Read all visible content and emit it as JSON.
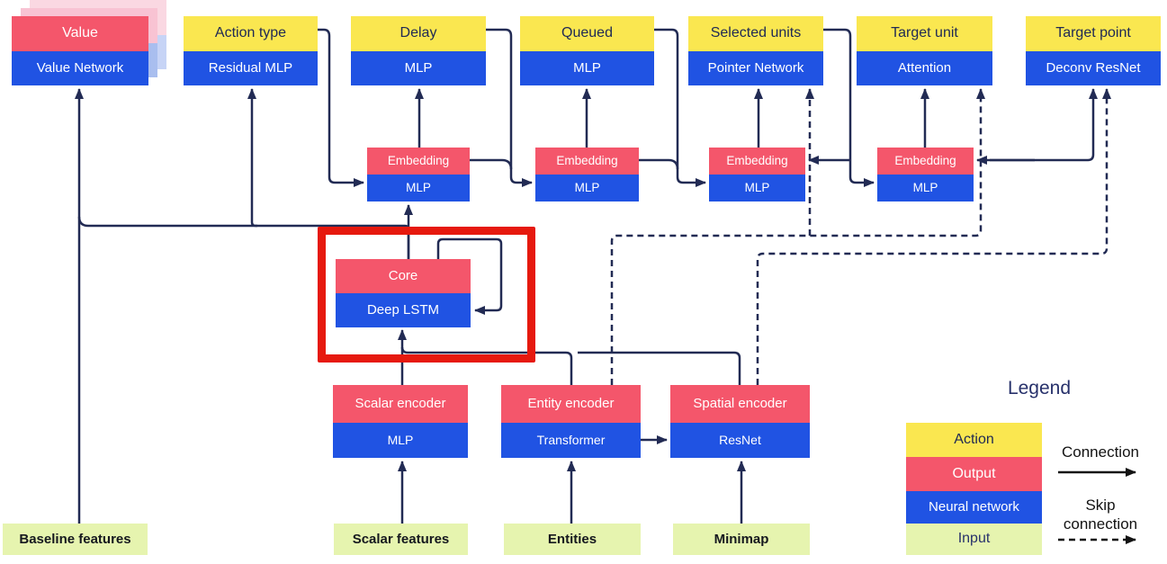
{
  "figure": {
    "nodes": {
      "value": {
        "output": "Value",
        "network": "Value Network"
      },
      "action_type": {
        "action": "Action type",
        "network": "Residual MLP"
      },
      "delay": {
        "action": "Delay",
        "network": "MLP"
      },
      "queued": {
        "action": "Queued",
        "network": "MLP"
      },
      "selected_units": {
        "action": "Selected units",
        "network": "Pointer Network"
      },
      "target_unit": {
        "action": "Target unit",
        "network": "Attention"
      },
      "target_point": {
        "action": "Target point",
        "network": "Deconv ResNet"
      },
      "embedding": {
        "output": "Embedding",
        "network": "MLP"
      },
      "core": {
        "output": "Core",
        "network": "Deep LSTM"
      },
      "scalar_encoder": {
        "output": "Scalar encoder",
        "network": "MLP"
      },
      "entity_encoder": {
        "output": "Entity encoder",
        "network": "Transformer"
      },
      "spatial_encoder": {
        "output": "Spatial encoder",
        "network": "ResNet"
      }
    },
    "inputs": {
      "baseline": "Baseline features",
      "scalar": "Scalar features",
      "entities": "Entities",
      "minimap": "Minimap"
    },
    "legend": {
      "title": "Legend",
      "items": [
        {
          "label": "Action",
          "color": "#FAE750"
        },
        {
          "label": "Output",
          "color": "#F4566B"
        },
        {
          "label": "Neural network",
          "color": "#2053E3"
        },
        {
          "label": "Input",
          "color": "#E6F4AF"
        }
      ],
      "connection_label": "Connection",
      "skip_connection_label_1": "Skip",
      "skip_connection_label_2": "connection"
    },
    "colors": {
      "action_yellow": "#FAE750",
      "output_pink": "#F4566B",
      "network_blue": "#2053E3",
      "input_green": "#E6F4AF",
      "line_navy": "#222B54",
      "highlight_red": "#E6190E"
    }
  }
}
